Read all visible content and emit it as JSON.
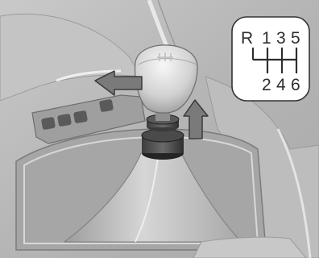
{
  "shift_pattern": {
    "top_row": [
      "R",
      "1",
      "3",
      "5"
    ],
    "bottom_row": [
      "2",
      "4",
      "6"
    ]
  },
  "colors": {
    "console": "#b9b9b9",
    "console_dark": "#8f8f8f",
    "arrow": "#7a7a7a",
    "outline": "#3a3a3a"
  },
  "icons": {
    "lift_arrow": "arrow-up",
    "reverse_arrow": "arrow-left"
  }
}
